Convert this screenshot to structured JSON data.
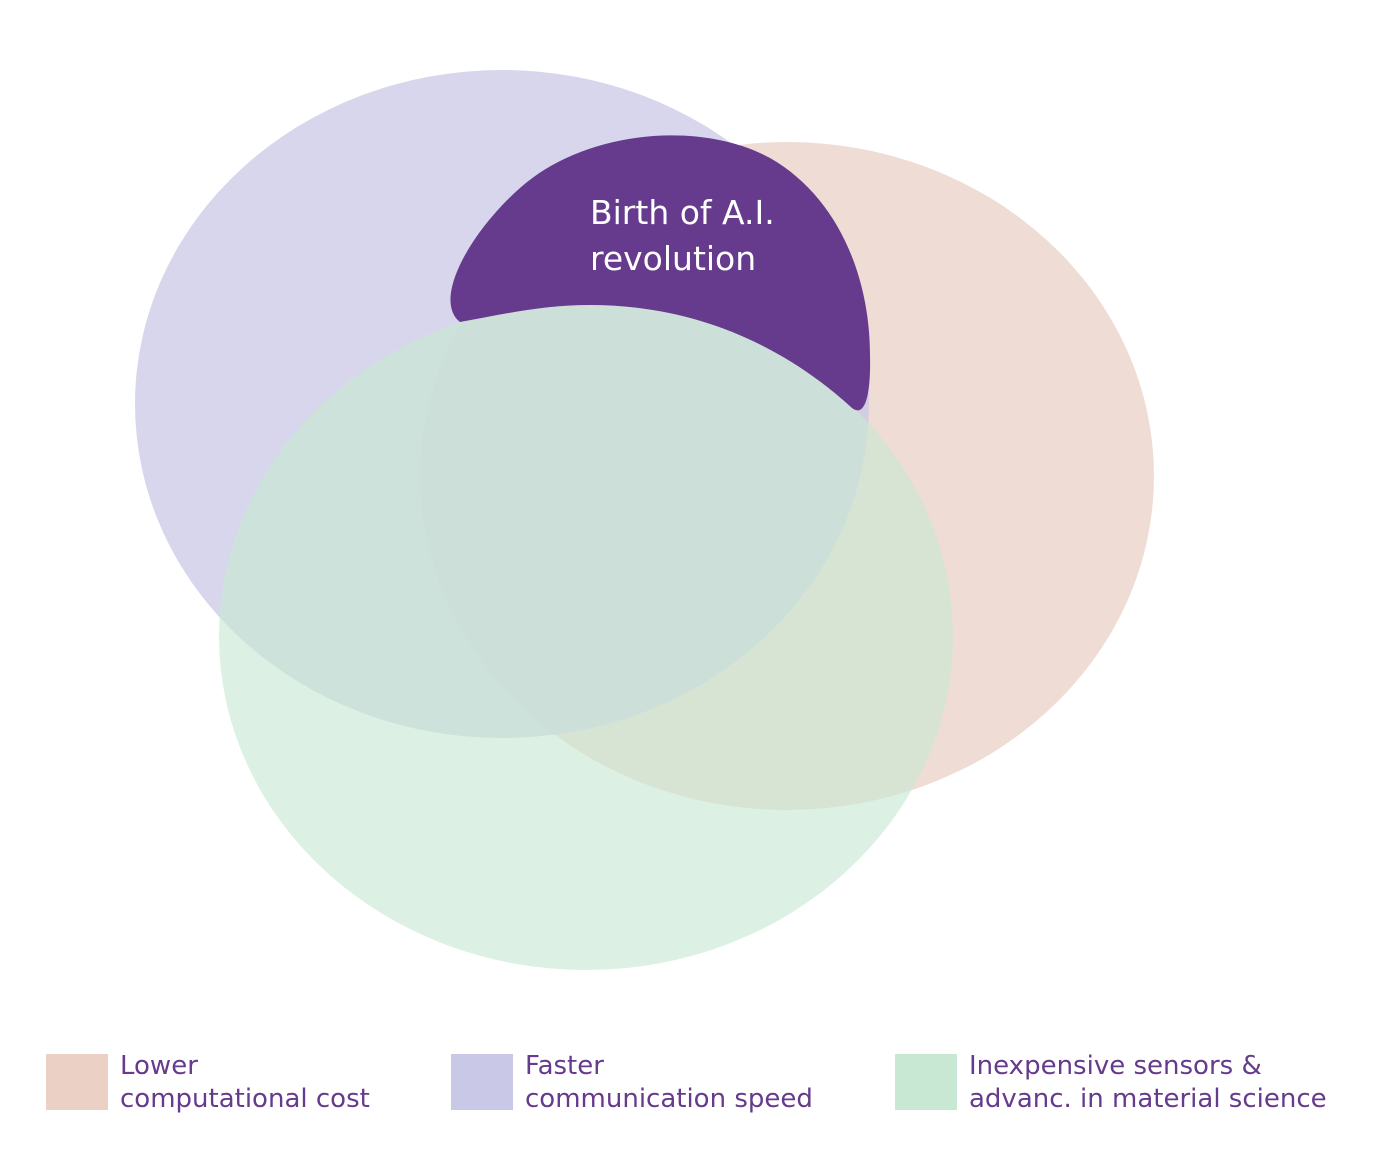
{
  "diagram": {
    "center_label": {
      "line1": "Birth of A.I.",
      "line2": "revolution",
      "fill_color": "#663a8c",
      "text_color": "#ffffff"
    },
    "circles": [
      {
        "id": "computational-cost",
        "color": "#ead0c5"
      },
      {
        "id": "communication-speed",
        "color": "#c9c8e6"
      },
      {
        "id": "sensors-material-science",
        "color": "#c9e8d4"
      }
    ]
  },
  "legend": {
    "items": [
      {
        "line1": "Lower",
        "line2": "computational cost",
        "color": "#ead0c5"
      },
      {
        "line1": "Faster",
        "line2": "communication speed",
        "color": "#c9c8e6"
      },
      {
        "line1": "Inexpensive sensors &",
        "line2": "advanc. in material science",
        "color": "#c9e8d4"
      }
    ],
    "text_color": "#663a8c"
  }
}
